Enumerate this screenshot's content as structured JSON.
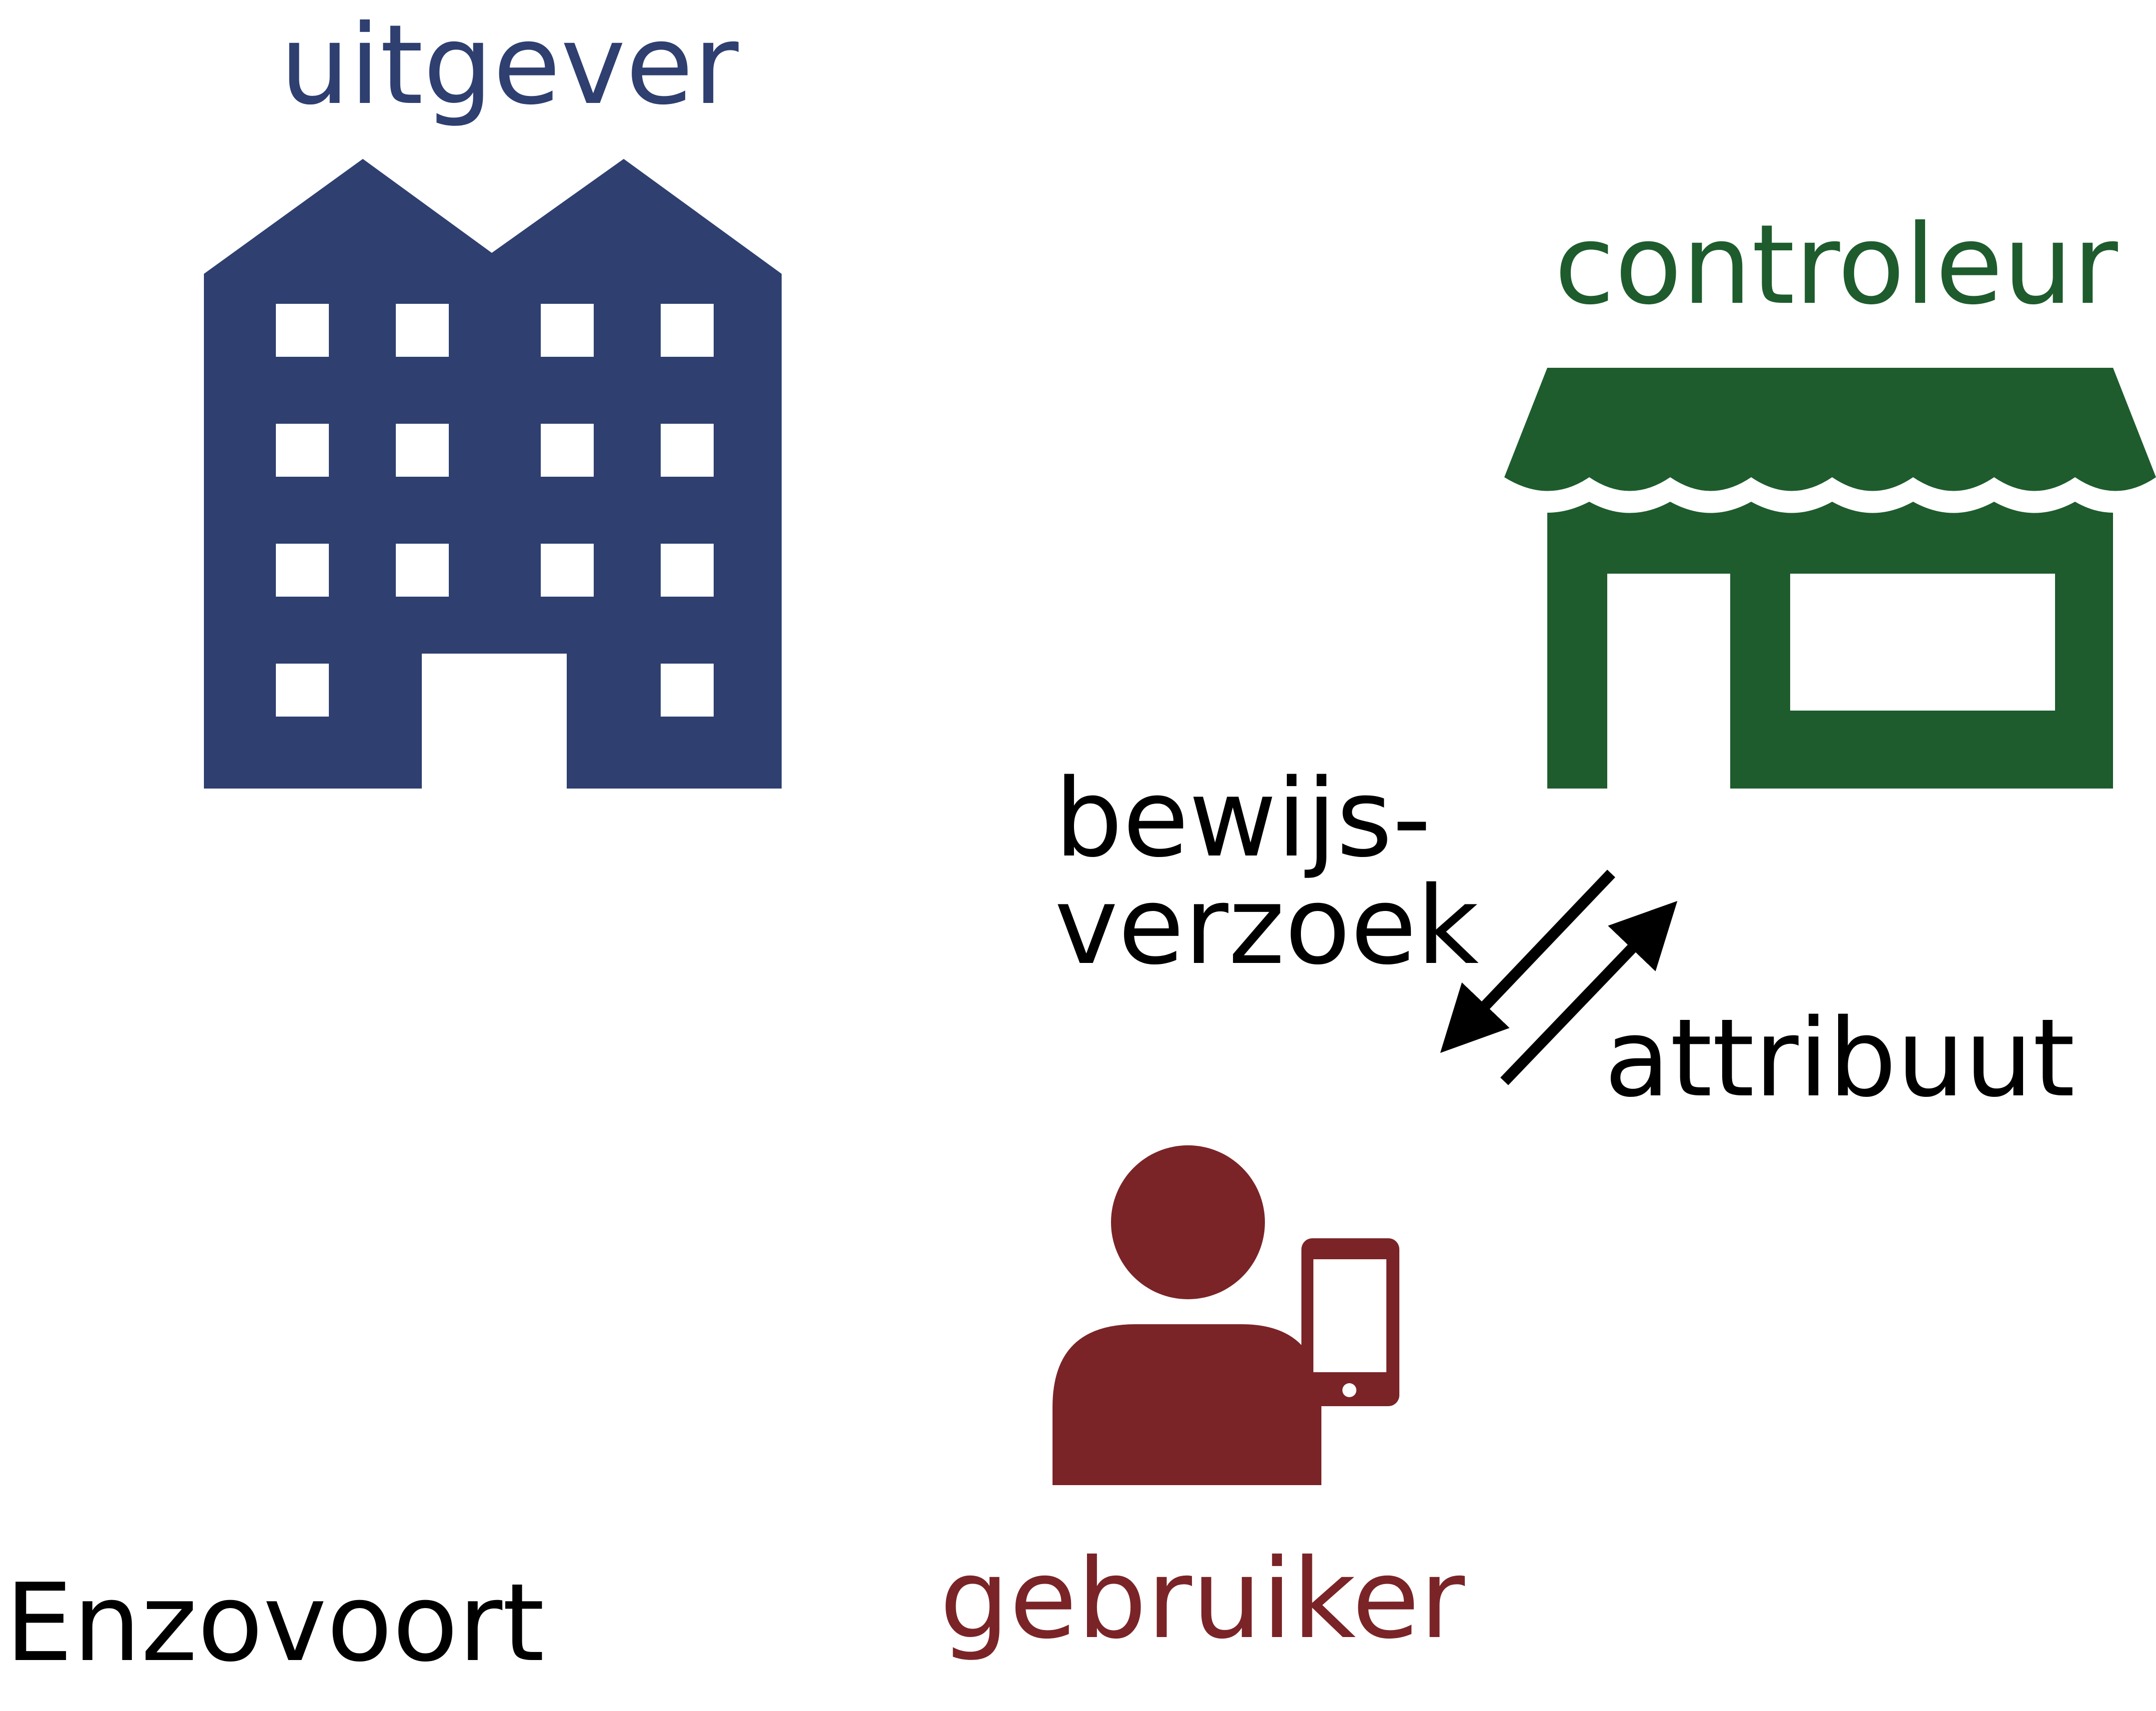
{
  "colors": {
    "issuer": "#2e3f70",
    "verifier": "#1e5c2d",
    "user": "#7a2427",
    "arrows": "#000000"
  },
  "issuer": {
    "label": "uitgever",
    "icon": "office-building-icon"
  },
  "verifier": {
    "label": "controleur",
    "icon": "shop-storefront-icon"
  },
  "user": {
    "label": "gebruiker",
    "icon": "person-with-phone-icon"
  },
  "exchange": {
    "request_label": "bewijs-\nverzoek",
    "response_label": "attribuut"
  },
  "footer": {
    "text": "Enzovoort"
  }
}
